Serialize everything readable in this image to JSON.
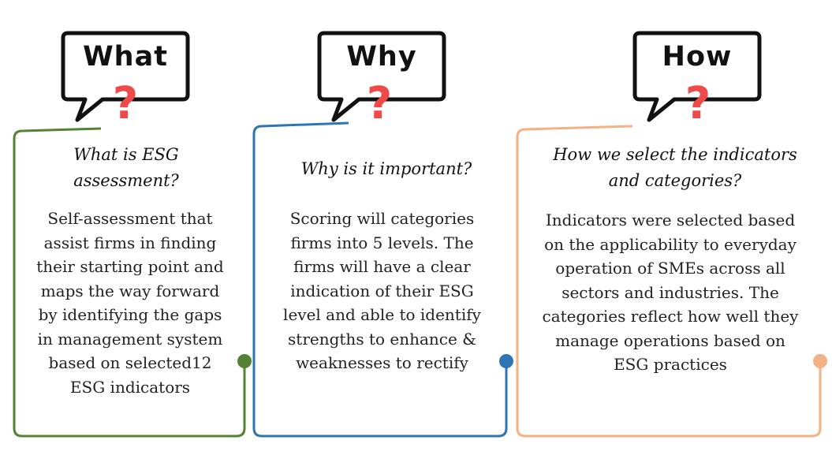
{
  "colors": {
    "what": "#548235",
    "why": "#2e75b6",
    "how": "#f4b183",
    "question_mark": "#ef4a4a"
  },
  "panels": {
    "what": {
      "bubble_word": "What",
      "bubble_icon": "speech-bubble-question-icon",
      "heading": "What is ESG assessment?",
      "body": "Self-assessment that assist firms in finding their starting point and maps the way forward by identifying the gaps in management system based on selected12 ESG indicators"
    },
    "why": {
      "bubble_word": "Why",
      "bubble_icon": "speech-bubble-question-icon",
      "heading": "Why is it important?",
      "body": "Scoring will categories firms into 5 levels. The firms will have a clear indication of their ESG level and able to identify strengths to enhance & weaknesses to rectify"
    },
    "how": {
      "bubble_word": "How",
      "bubble_icon": "speech-bubble-question-icon",
      "heading": "How we select the indicators and categories?",
      "body": "Indicators were selected based on the applicability to everyday operation of SMEs across all sectors and industries. The categories reflect how well they manage operations based on ESG practices"
    }
  }
}
